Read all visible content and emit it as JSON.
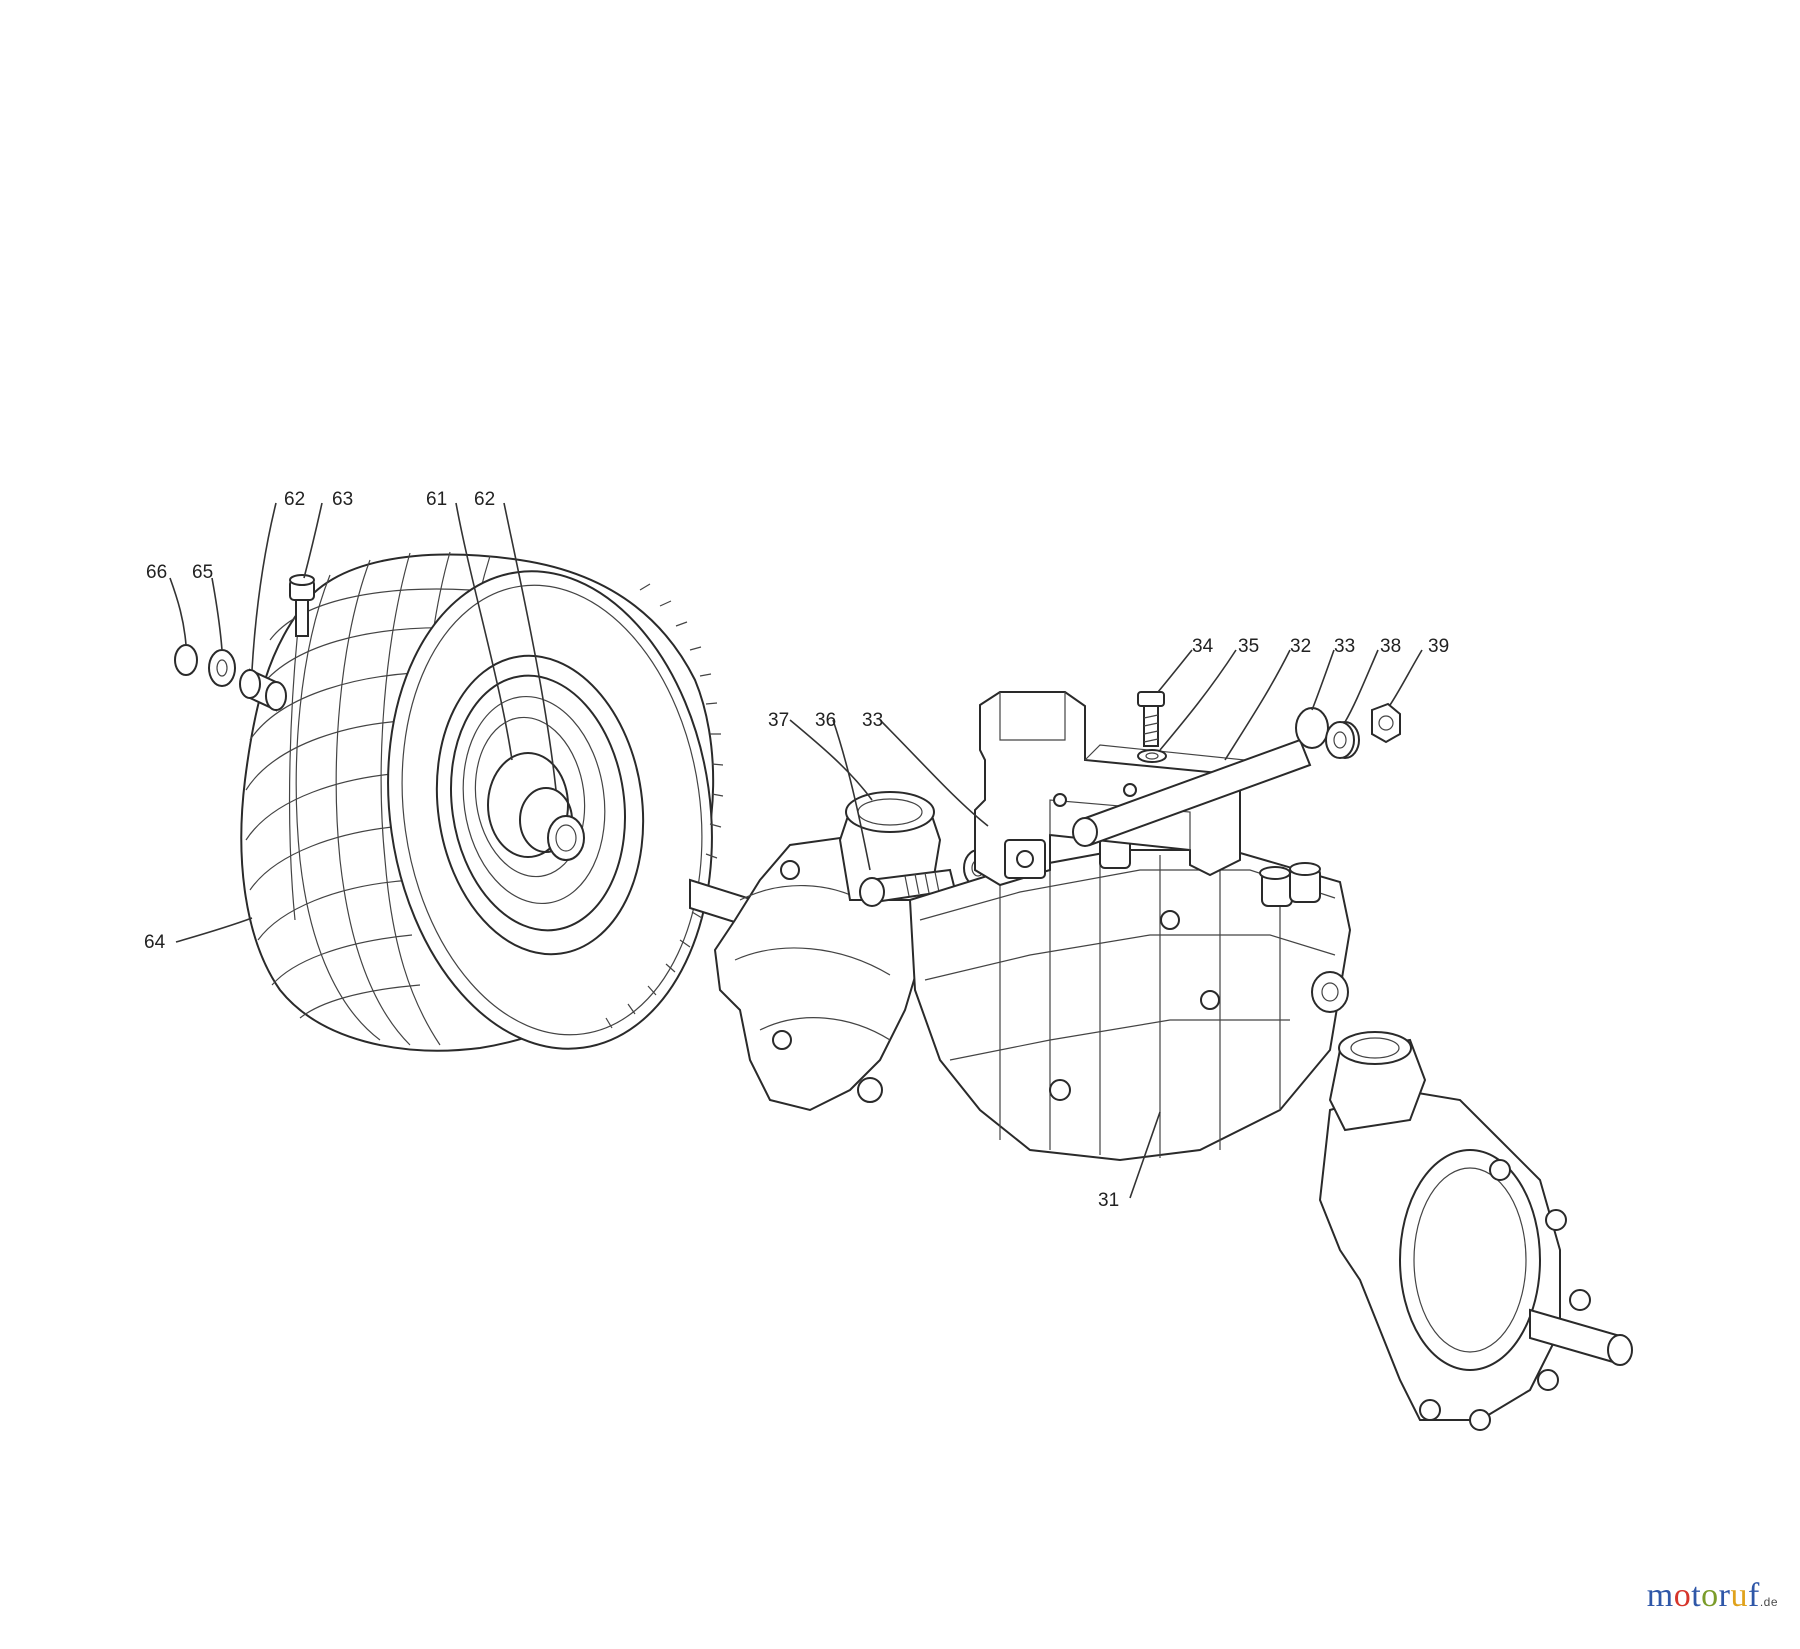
{
  "labels": {
    "l31": "31",
    "l32": "32",
    "l33a": "33",
    "l33b": "33",
    "l34": "34",
    "l35": "35",
    "l36": "36",
    "l37": "37",
    "l38": "38",
    "l39": "39",
    "l61": "61",
    "l62a": "62",
    "l62b": "62",
    "l63": "63",
    "l64": "64",
    "l65": "65",
    "l66": "66"
  },
  "watermark": {
    "parts": [
      "m",
      "o",
      "t",
      "o",
      "r",
      "u",
      "f"
    ],
    "colors": [
      "#2f57a8",
      "#d6352b",
      "#2f57a8",
      "#7b9c2a",
      "#2f57a8",
      "#e0a21b",
      "#2f57a8"
    ],
    "tld": ".de"
  }
}
